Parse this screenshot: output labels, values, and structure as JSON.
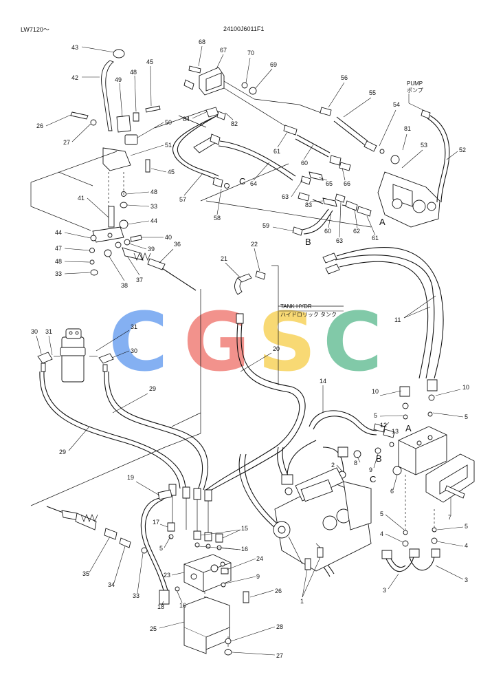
{
  "header": {
    "model_range": "LW7120～",
    "drawing_number": "24100J6011F1"
  },
  "notes": {
    "pump": "PUMP",
    "pump_jp": "ポンプ",
    "tank": "TANK HYDR",
    "tank_jp": "ハイドロリック タンク"
  },
  "watermark": {
    "letters": [
      "C",
      "G",
      "S",
      "C"
    ],
    "colors": [
      "#6fa3f0",
      "#f07f78",
      "#f7d35c",
      "#6cc09a"
    ]
  },
  "callouts": [
    {
      "id": "c43",
      "text": "43"
    },
    {
      "id": "c42",
      "text": "42"
    },
    {
      "id": "c49",
      "text": "49"
    },
    {
      "id": "c48a",
      "text": "48"
    },
    {
      "id": "c45a",
      "text": "45"
    },
    {
      "id": "c26a",
      "text": "26"
    },
    {
      "id": "c27a",
      "text": "27"
    },
    {
      "id": "c50",
      "text": "50"
    },
    {
      "id": "c84",
      "text": "84"
    },
    {
      "id": "c51",
      "text": "51"
    },
    {
      "id": "c45b",
      "text": "45"
    },
    {
      "id": "c48b",
      "text": "48"
    },
    {
      "id": "c33a",
      "text": "33"
    },
    {
      "id": "c41",
      "text": "41"
    },
    {
      "id": "c44a",
      "text": "44"
    },
    {
      "id": "c44b",
      "text": "44"
    },
    {
      "id": "c40",
      "text": "40"
    },
    {
      "id": "c39",
      "text": "39"
    },
    {
      "id": "c36",
      "text": "36"
    },
    {
      "id": "c47",
      "text": "47"
    },
    {
      "id": "c48c",
      "text": "48"
    },
    {
      "id": "c33b",
      "text": "33"
    },
    {
      "id": "c38",
      "text": "38"
    },
    {
      "id": "c37",
      "text": "37"
    },
    {
      "id": "c68",
      "text": "68"
    },
    {
      "id": "c67",
      "text": "67"
    },
    {
      "id": "c70",
      "text": "70"
    },
    {
      "id": "c69",
      "text": "69"
    },
    {
      "id": "c82",
      "text": "82"
    },
    {
      "id": "c56",
      "text": "56"
    },
    {
      "id": "c55",
      "text": "55"
    },
    {
      "id": "c54",
      "text": "54"
    },
    {
      "id": "c81",
      "text": "81"
    },
    {
      "id": "c53",
      "text": "53"
    },
    {
      "id": "c52",
      "text": "52"
    },
    {
      "id": "c61a",
      "text": "61"
    },
    {
      "id": "c60a",
      "text": "60"
    },
    {
      "id": "c57",
      "text": "57"
    },
    {
      "id": "c64",
      "text": "64"
    },
    {
      "id": "c58",
      "text": "58"
    },
    {
      "id": "c65",
      "text": "65"
    },
    {
      "id": "c66",
      "text": "66"
    },
    {
      "id": "c63a",
      "text": "63"
    },
    {
      "id": "c83",
      "text": "83"
    },
    {
      "id": "c59",
      "text": "59"
    },
    {
      "id": "c60b",
      "text": "60"
    },
    {
      "id": "c63b",
      "text": "63"
    },
    {
      "id": "c62",
      "text": "62"
    },
    {
      "id": "c61b",
      "text": "61"
    },
    {
      "id": "c22",
      "text": "22"
    },
    {
      "id": "c21",
      "text": "21"
    },
    {
      "id": "c11",
      "text": "11"
    },
    {
      "id": "c30a",
      "text": "30"
    },
    {
      "id": "c31a",
      "text": "31"
    },
    {
      "id": "c31b",
      "text": "31"
    },
    {
      "id": "c30b",
      "text": "30"
    },
    {
      "id": "c20",
      "text": "20"
    },
    {
      "id": "c29a",
      "text": "29"
    },
    {
      "id": "c29b",
      "text": "29"
    },
    {
      "id": "c14",
      "text": "14"
    },
    {
      "id": "c10a",
      "text": "10"
    },
    {
      "id": "c10b",
      "text": "10"
    },
    {
      "id": "c5a",
      "text": "5"
    },
    {
      "id": "c5b",
      "text": "5"
    },
    {
      "id": "c12",
      "text": "12"
    },
    {
      "id": "c13",
      "text": "13"
    },
    {
      "id": "c8",
      "text": "8"
    },
    {
      "id": "c9a",
      "text": "9"
    },
    {
      "id": "c2",
      "text": "2"
    },
    {
      "id": "c6",
      "text": "6"
    },
    {
      "id": "c7",
      "text": "7"
    },
    {
      "id": "c5c",
      "text": "5"
    },
    {
      "id": "c5d",
      "text": "5"
    },
    {
      "id": "c4a",
      "text": "4"
    },
    {
      "id": "c4b",
      "text": "4"
    },
    {
      "id": "c3a",
      "text": "3"
    },
    {
      "id": "c3b",
      "text": "3"
    },
    {
      "id": "c19",
      "text": "19"
    },
    {
      "id": "c17",
      "text": "17"
    },
    {
      "id": "c15",
      "text": "15"
    },
    {
      "id": "c5e",
      "text": "5"
    },
    {
      "id": "c16a",
      "text": "16"
    },
    {
      "id": "c24",
      "text": "24"
    },
    {
      "id": "c9b",
      "text": "9"
    },
    {
      "id": "c23",
      "text": "23"
    },
    {
      "id": "c35",
      "text": "35"
    },
    {
      "id": "c34",
      "text": "34"
    },
    {
      "id": "c33c",
      "text": "33"
    },
    {
      "id": "c16b",
      "text": "16"
    },
    {
      "id": "c18",
      "text": "18"
    },
    {
      "id": "c26b",
      "text": "26"
    },
    {
      "id": "c1",
      "text": "1"
    },
    {
      "id": "c25",
      "text": "25"
    },
    {
      "id": "c28",
      "text": "28"
    },
    {
      "id": "c27b",
      "text": "27"
    }
  ],
  "port_labels": [
    {
      "id": "pC1",
      "text": "C"
    },
    {
      "id": "pA1",
      "text": "A"
    },
    {
      "id": "pB1",
      "text": "B"
    },
    {
      "id": "pA2",
      "text": "A"
    },
    {
      "id": "pB2",
      "text": "B"
    },
    {
      "id": "pC2",
      "text": "C"
    }
  ]
}
